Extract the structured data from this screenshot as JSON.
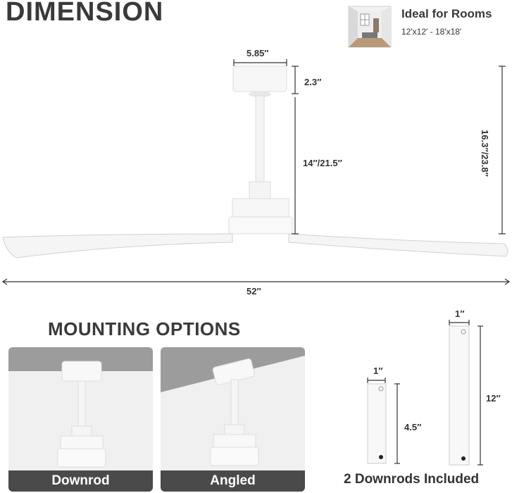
{
  "header": {
    "title": "DIMENSION",
    "ideal_title": "Ideal for Rooms",
    "ideal_range": "12'x12' - 18'x18'"
  },
  "dimensions": {
    "motor_width": "5.85″",
    "motor_height": "2.3″",
    "downrod_length": "14″/21.5″",
    "total_height": "16.3″/23.8″",
    "span": "52″"
  },
  "mounting": {
    "title": "MOUNTING OPTIONS",
    "options": [
      "Downrod",
      "Angled"
    ]
  },
  "downrods": {
    "short_width": "1″",
    "short_length": "4.5″",
    "long_width": "1″",
    "long_length": "12″",
    "label": "2 Downrods Included"
  },
  "colors": {
    "heading": "#3a3a3a",
    "label_bar": "#4a4a4a",
    "ceiling": "#9c9c9c"
  }
}
